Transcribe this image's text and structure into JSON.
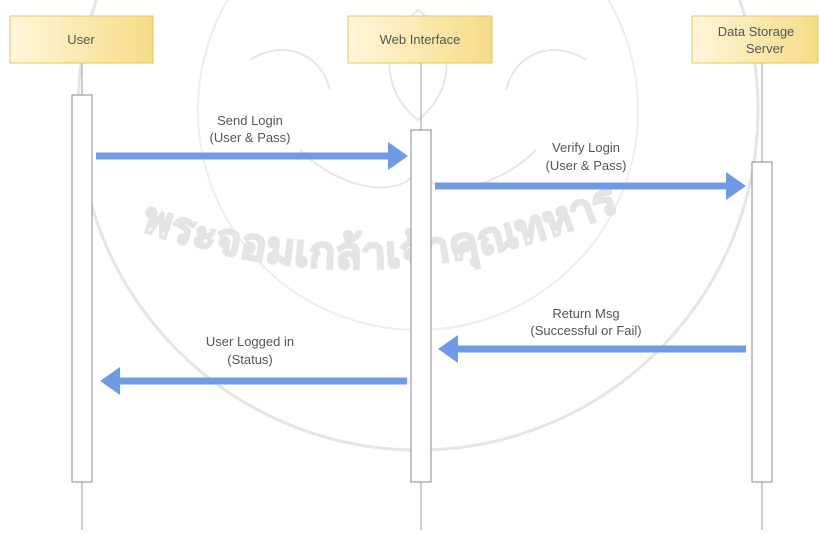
{
  "actors": [
    {
      "id": "user",
      "label_lines": [
        "User"
      ]
    },
    {
      "id": "web",
      "label_lines": [
        "Web Interface"
      ]
    },
    {
      "id": "server",
      "label_lines": [
        "Data Storage",
        "Server"
      ]
    }
  ],
  "messages": [
    {
      "id": "send-login",
      "from": "user",
      "to": "web",
      "label_lines": [
        "Send Login",
        "(User & Pass)"
      ]
    },
    {
      "id": "verify-login",
      "from": "web",
      "to": "server",
      "label_lines": [
        "Verify Login",
        "(User & Pass)"
      ]
    },
    {
      "id": "return-msg",
      "from": "server",
      "to": "web",
      "label_lines": [
        "Return Msg",
        "(Successful or Fail)"
      ]
    },
    {
      "id": "user-logged-in",
      "from": "web",
      "to": "user",
      "label_lines": [
        "User Logged in",
        "(Status)"
      ]
    }
  ],
  "watermark": {
    "text": "พระจอมเกล้าเจ้าคุณทหาร"
  },
  "colors": {
    "actor_fill": "#fcecb8",
    "actor_border": "#e3c66a",
    "arrow": "#6f9be6",
    "lifeline": "#9a9a9a",
    "activation_border": "#8a8a8a"
  }
}
